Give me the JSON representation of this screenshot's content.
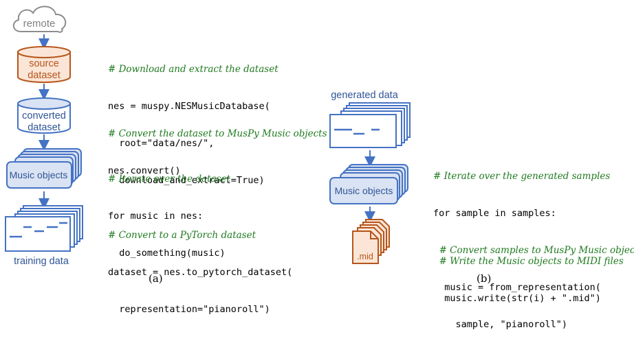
{
  "pipeline_a": {
    "remote": "remote",
    "source_line1": "source",
    "source_line2": "dataset",
    "converted_line1": "converted",
    "converted_line2": "dataset",
    "music_objects": "Music objects",
    "training_data": "training data"
  },
  "pipeline_b": {
    "generated_data": "generated data",
    "music_objects": "Music objects",
    "mid_label": ".mid"
  },
  "code_a": {
    "block1": {
      "comment": "# Download and extract the dataset",
      "lines": [
        "nes = muspy.NESMusicDatabase(",
        "  root=\"data/nes/\",",
        "  download_and_extract=True)"
      ]
    },
    "block2": {
      "comment": "# Convert the dataset to MusPy Music objects",
      "lines": [
        "nes.convert()"
      ]
    },
    "block3": {
      "comment": "# Iterate over the dataset",
      "lines": [
        "for music in nes:",
        "  do_something(music)"
      ]
    },
    "block4": {
      "comment": "# Convert to a PyTorch dataset",
      "lines": [
        "dataset = nes.to_pytorch_dataset(",
        "  representation=\"pianoroll\")"
      ]
    }
  },
  "code_b": {
    "block1": {
      "comment": "# Iterate over the generated samples",
      "line": "for sample in samples:"
    },
    "block2": {
      "comment": "  # Convert samples to MusPy Music objects",
      "lines": [
        "  music = from_representation(",
        "    sample, \"pianoroll\")"
      ]
    },
    "block3": {
      "comment": "  # Write the Music objects to MIDI files",
      "line": "  music.write(str(i) + \".mid\")"
    }
  },
  "captions": {
    "a": "(a)",
    "b": "(b)"
  },
  "colors": {
    "blue_stroke": "#4472c4",
    "blue_fill": "#dae3f3",
    "brown_stroke": "#b5561c",
    "brown_fill": "#fbe5d6",
    "gray": "#8c8c8c",
    "comment_green": "#1f7a1f"
  }
}
